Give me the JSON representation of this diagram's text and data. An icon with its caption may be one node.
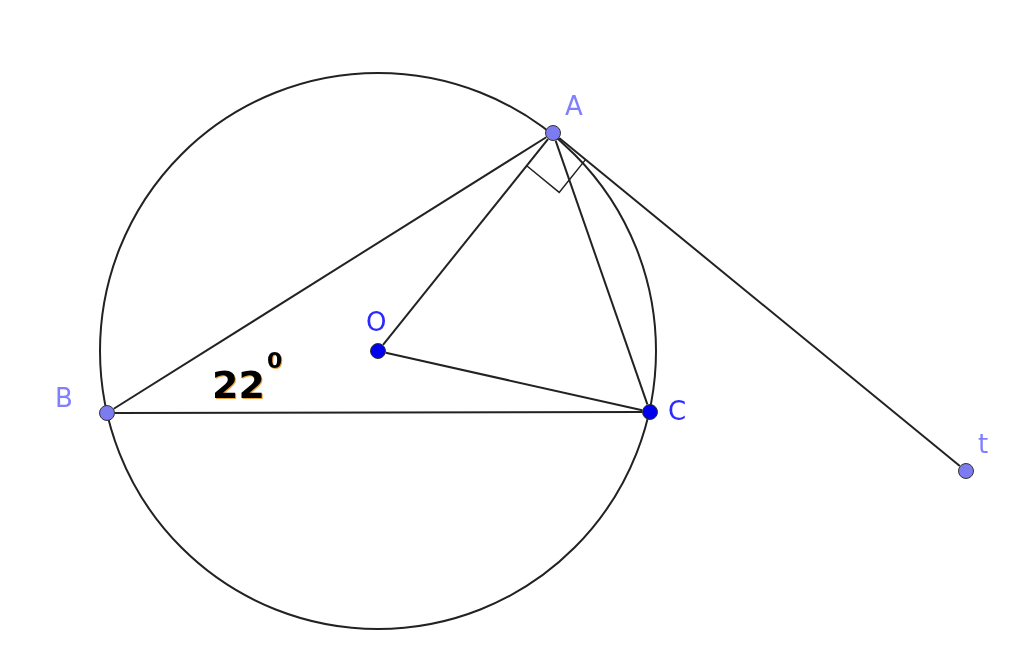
{
  "diagram": {
    "nodes": [
      {
        "text": [
          "A"
        ]
      },
      {
        "text": [
          "B"
        ]
      },
      {
        "text": [
          "O"
        ]
      },
      {
        "text": [
          "C"
        ]
      },
      {
        "text": [
          "t"
        ]
      }
    ],
    "edges": [
      {
        "from": 0,
        "to": 1,
        "arrow": "none"
      },
      {
        "from": 0,
        "to": 2,
        "arrow": "none"
      },
      {
        "from": 0,
        "to": 3,
        "arrow": "none"
      },
      {
        "from": 2,
        "to": 3,
        "arrow": "none"
      },
      {
        "from": 1,
        "to": 3,
        "arrow": "none"
      },
      {
        "from": 0,
        "to": 4,
        "arrow": "none"
      }
    ],
    "labels": [
      "22$^{0}$"
    ]
  }
}
